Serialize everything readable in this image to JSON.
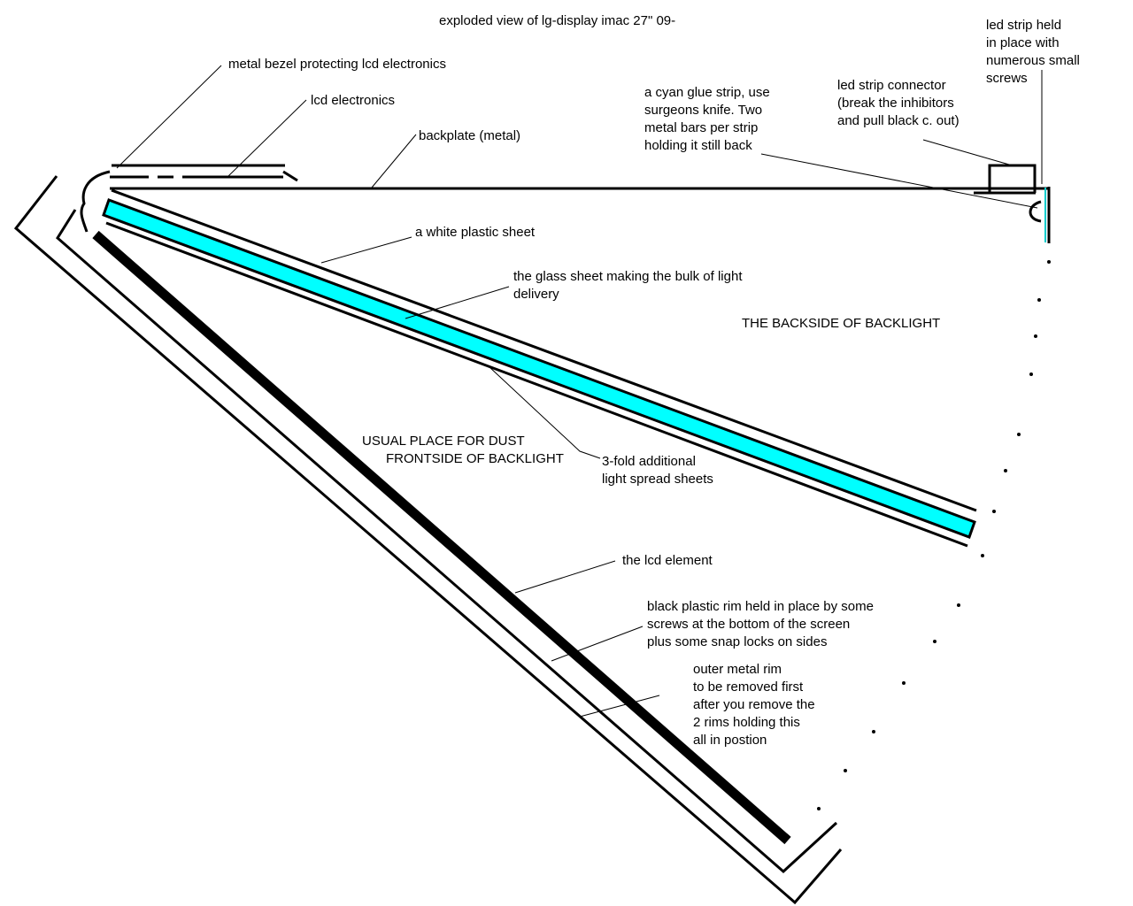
{
  "title": "exploded view of lg-display imac 27\" 09-",
  "labels": {
    "metal_bezel": "metal bezel protecting lcd electronics",
    "lcd_electronics": "lcd electronics",
    "backplate": "backplate (metal)",
    "cyan_glue": "a cyan glue strip, use\nsurgeons knife. Two\nmetal bars per strip\nholding it still back",
    "led_connector": "led strip connector\n(break the inhibitors\nand pull black c. out)",
    "led_strip": "led strip held\nin place with\nnumerous small\nscrews",
    "white_sheet": "a white plastic sheet",
    "glass_sheet": "the glass sheet making the bulk of light\ndelivery",
    "backside": "THE BACKSIDE OF BACKLIGHT",
    "dust": "USUAL PLACE FOR DUST",
    "frontside": "FRONTSIDE OF BACKLIGHT",
    "spread_sheets": "3-fold additional\nlight spread sheets",
    "lcd_element": "the lcd element",
    "black_rim": "black plastic rim held in place by some\nscrews at the bottom of the screen\nplus some snap locks on sides",
    "outer_rim": "outer metal rim\nto be removed first\nafter you remove the\n2 rims holding this\nall in postion"
  },
  "colors": {
    "glass_sheet": "#00ffff",
    "ink": "#000000"
  }
}
